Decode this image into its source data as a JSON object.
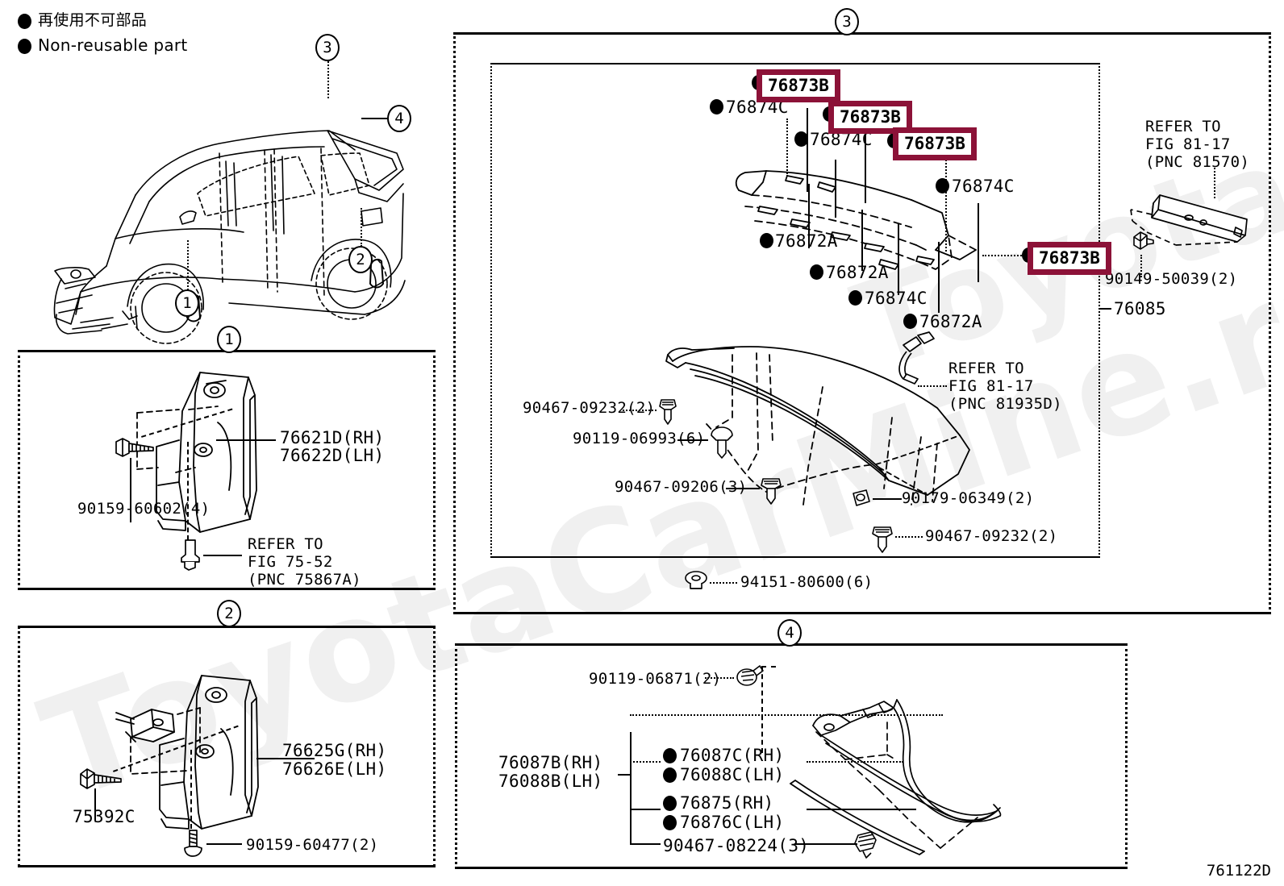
{
  "figure_id": "761122D",
  "watermark": "ToyotaCarMine.ru",
  "legend": {
    "jp_label": "再使用不可部品",
    "en_label": "Non-reusable part"
  },
  "vehicle_callouts": [
    {
      "id": "1",
      "label": "1"
    },
    {
      "id": "2",
      "label": "2"
    },
    {
      "id": "3",
      "label": "3"
    },
    {
      "id": "4",
      "label": "4"
    }
  ],
  "panels": {
    "p1": {
      "index": "1",
      "parts": [
        {
          "name": "part-76621d-rh",
          "label": "76621D(RH)"
        },
        {
          "name": "part-76622d-lh",
          "label": "76622D(LH)"
        },
        {
          "name": "bolt-90159-60602",
          "label": "90159-60602(4)"
        },
        {
          "name": "refer-l1",
          "label": "REFER TO"
        },
        {
          "name": "refer-l2",
          "label": "FIG 75-52"
        },
        {
          "name": "refer-l3",
          "label": "(PNC 75867A)"
        }
      ]
    },
    "p2": {
      "index": "2",
      "parts": [
        {
          "name": "part-76625g-rh",
          "label": "76625G(RH)"
        },
        {
          "name": "part-76626e-lh",
          "label": "76626E(LH)"
        },
        {
          "name": "clip-75392c",
          "label": "75392C"
        },
        {
          "name": "bolt-90159-60477",
          "label": "90159-60477(2)"
        }
      ]
    },
    "p3": {
      "index": "3",
      "highlighted": [
        {
          "name": "highlight-76873b-1",
          "label": "76873B"
        },
        {
          "name": "highlight-76873b-2",
          "label": "76873B"
        },
        {
          "name": "highlight-76873b-3",
          "label": "76873B"
        },
        {
          "name": "highlight-76873b-4",
          "label": "76873B"
        }
      ],
      "parts": [
        {
          "name": "part-76874c-1",
          "label": "76874C"
        },
        {
          "name": "part-76874c-2",
          "label": "76874C"
        },
        {
          "name": "part-76874c-3",
          "label": "76874C"
        },
        {
          "name": "part-76874c-4",
          "label": "76874C"
        },
        {
          "name": "part-76872a-1",
          "label": "76872A"
        },
        {
          "name": "part-76872a-2",
          "label": "76872A"
        },
        {
          "name": "part-76872a-3",
          "label": "76872A"
        },
        {
          "name": "clip-90467-09232-a",
          "label": "90467-09232(2)"
        },
        {
          "name": "clip-90119-06993",
          "label": "90119-06993(6)"
        },
        {
          "name": "clip-90467-09206",
          "label": "90467-09206(3)"
        },
        {
          "name": "clip-90179-06349",
          "label": "90179-06349(2)"
        },
        {
          "name": "clip-90467-09232-b",
          "label": "90467-09232(2)"
        },
        {
          "name": "nut-94151-80600",
          "label": "94151-80600(6)"
        },
        {
          "name": "bolt-90149-50039",
          "label": "90149-50039(2)"
        },
        {
          "name": "assembly-76085",
          "label": "76085"
        }
      ],
      "refer_a": [
        "REFER TO",
        "FIG 81-17",
        "(PNC 81570)"
      ],
      "refer_b": [
        "REFER TO",
        "FIG 81-17",
        "(PNC 81935D)"
      ]
    },
    "p4": {
      "index": "4",
      "parts": [
        {
          "name": "clip-90119-06871",
          "label": "90119-06871(2)"
        },
        {
          "name": "group-76087b-rh",
          "label": "76087B(RH)"
        },
        {
          "name": "group-76088b-lh",
          "label": "76088B(LH)"
        },
        {
          "name": "part-76087c-rh",
          "label": "76087C(RH)"
        },
        {
          "name": "part-76088c-lh",
          "label": "76088C(LH)"
        },
        {
          "name": "part-76875-rh",
          "label": "76875(RH)"
        },
        {
          "name": "part-76876c-lh",
          "label": "76876C(LH)"
        },
        {
          "name": "clip-90467-08224",
          "label": "90467-08224(3)"
        }
      ]
    }
  },
  "colors": {
    "highlight_border": "#8C1238",
    "line": "#000000",
    "background": "#FFFFFF"
  }
}
